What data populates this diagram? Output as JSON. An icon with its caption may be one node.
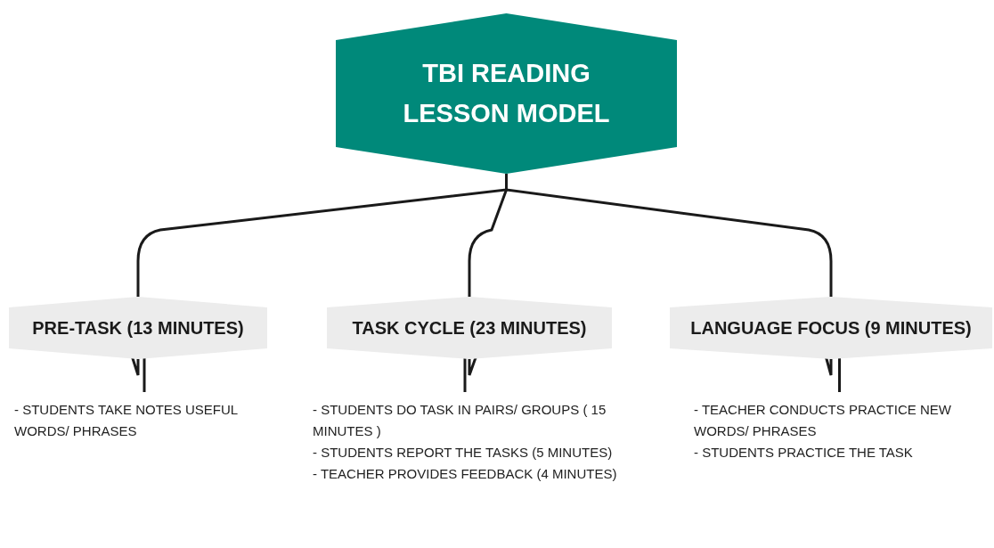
{
  "diagram": {
    "nodes": [
      {
        "text": [
          "TBI READING LESSON MODEL"
        ]
      },
      {
        "text": [
          "PRE-TASK (13 MINUTES)"
        ]
      },
      {
        "text": [
          "TASK CYCLE (23 MINUTES)"
        ]
      },
      {
        "text": [
          "LANGUAGE FOCUS (9 MINUTES)"
        ]
      },
      {
        "text": [
          "- STUDENTS TAKE NOTES USEFUL WORDS/ PHRASES"
        ]
      },
      {
        "text": [
          "- STUDENTS DO TASK IN PAIRS/ GROUPS ( 15 MINUTES )",
          "- STUDENTS REPORT THE TASKS (5 MINUTES)",
          "- TEACHER PROVIDES FEEDBACK (4 MINUTES)"
        ]
      },
      {
        "text": [
          "- TEACHER CONDUCTS PRACTICE NEW WORDS/ PHRASES",
          "- STUDENTS PRACTICE THE TASK"
        ]
      }
    ],
    "edges": [
      {
        "from": 0,
        "to": 1,
        "arrow": "none"
      },
      {
        "from": 0,
        "to": 2,
        "arrow": "none"
      },
      {
        "from": 0,
        "to": 3,
        "arrow": "none"
      },
      {
        "from": 1,
        "to": 4,
        "arrow": "none"
      },
      {
        "from": 2,
        "to": 5,
        "arrow": "none"
      },
      {
        "from": 3,
        "to": 6,
        "arrow": "none"
      }
    ]
  }
}
